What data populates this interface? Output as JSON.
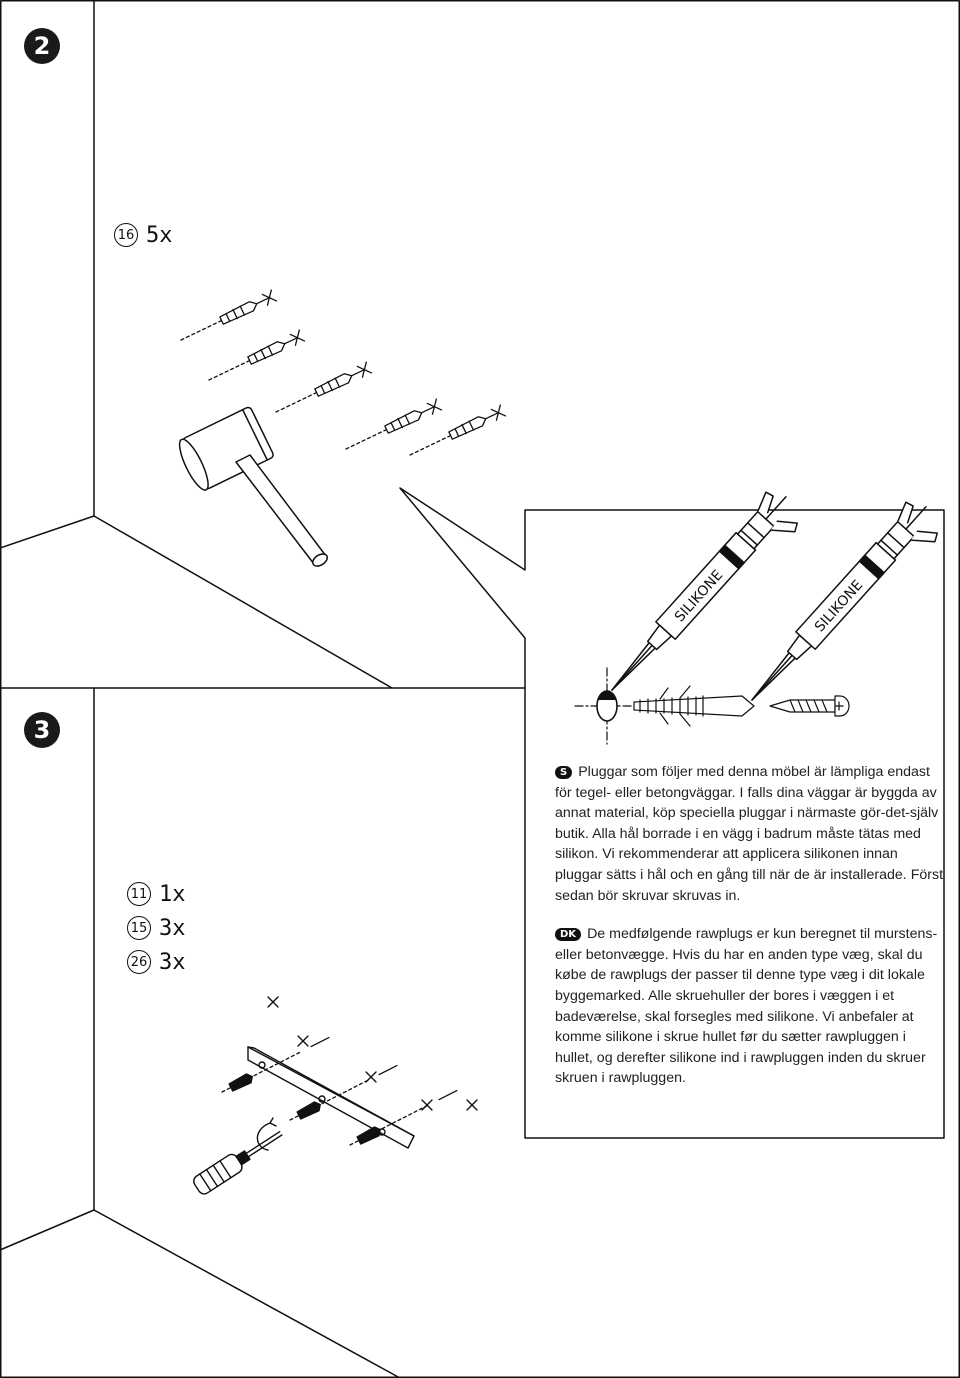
{
  "step2": {
    "number": "2",
    "part": {
      "id": "16",
      "qty": "5x"
    }
  },
  "step3": {
    "number": "3",
    "parts": [
      {
        "id": "11",
        "qty": "1x"
      },
      {
        "id": "15",
        "qty": "3x"
      },
      {
        "id": "26",
        "qty": "3x"
      }
    ]
  },
  "callout": {
    "tube_label_1": "SILIKONE",
    "tube_label_2": "SILIKONE"
  },
  "notes": {
    "se_badge": "S",
    "se_text": "Pluggar som följer med denna möbel är lämpliga endast för tegel- eller betongväggar. I falls dina väggar är byggda av annat material, köp speciella pluggar i närmaste gör-det-själv butik. Alla hål borrade i en vägg i badrum måste tätas med silikon. Vi rekommenderar att applicera silikonen innan pluggar sätts i hål och en gång till när de är installerade. Först sedan bör skruvar skruvas in.",
    "dk_badge": "DK",
    "dk_text": "De medfølgende rawplugs er kun beregnet til murstens- eller betonvægge. Hvis du har en anden type væg, skal du købe de rawplugs der passer til denne type væg i dit lokale byggemarked. Alle skruehuller der bores i væggen i et badeværelse, skal forsegles med silikone. Vi anbefaler at komme silikone i skrue hullet før du sætter rawpluggen i hullet, og derefter silikone ind i rawpluggen inden du skruer skruen i rawpluggen."
  }
}
